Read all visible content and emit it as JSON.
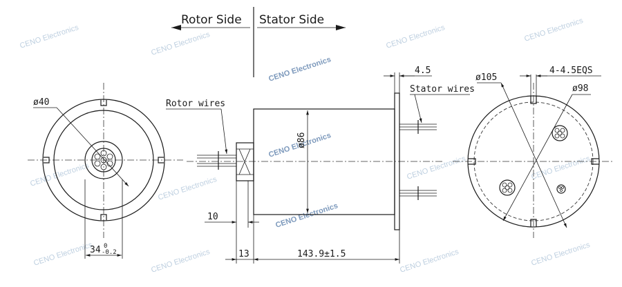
{
  "header": {
    "rotor_side": "Rotor Side",
    "stator_side": "Stator Side"
  },
  "labels": {
    "rotor_wires": "Rotor wires",
    "stator_wires": "Stator wires"
  },
  "dimensions": {
    "phi40": "ø40",
    "phi86": "ø86",
    "phi105": "ø105",
    "phi98": "ø98",
    "holes": "4-4.5EQS",
    "flange_thk": "4.5",
    "shaft_len": "10",
    "hub_len": "13",
    "body_len": "143.9±1.5",
    "bore_main": "34",
    "bore_tol_upper": "0",
    "bore_tol_lower": "-0.2"
  },
  "watermark": "CENO Electronics",
  "colors": {
    "line": "#1a1a1a",
    "watermark": "#a9c0d6"
  }
}
